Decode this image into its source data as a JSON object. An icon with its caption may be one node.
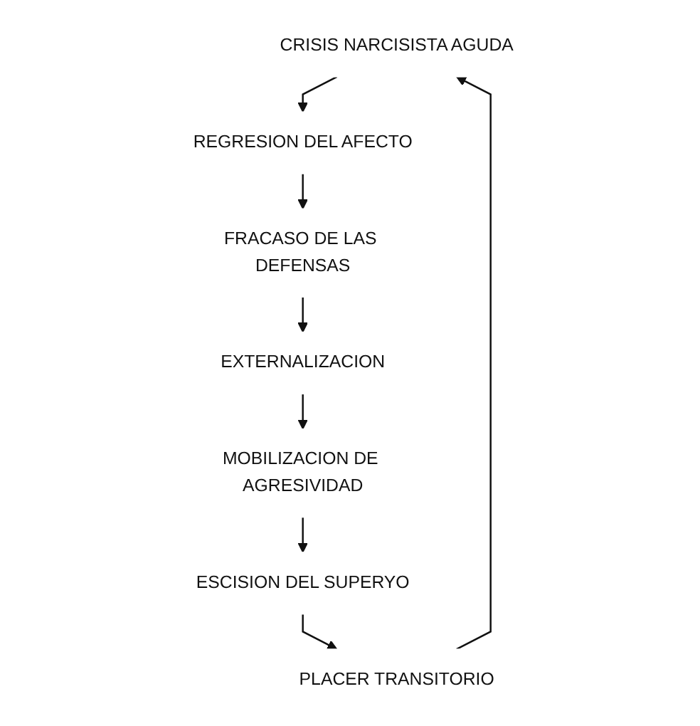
{
  "diagram": {
    "nodes": [
      {
        "text": [
          "CRISIS NARCISISTA AGUDA"
        ]
      },
      {
        "text": [
          "REGRESION DEL AFECTO"
        ]
      },
      {
        "text": [
          "FRACASO DE LAS DEFENSAS"
        ]
      },
      {
        "text": [
          "EXTERNALIZACION"
        ]
      },
      {
        "text": [
          "MOBILIZACION DE AGRESIVIDAD"
        ]
      },
      {
        "text": [
          "ESCISION DEL SUPERYO"
        ]
      },
      {
        "text": [
          "PLACER TRANSITORIO"
        ]
      }
    ],
    "edges": [
      {
        "from": 0,
        "to": 1,
        "arrow": "to"
      },
      {
        "from": 1,
        "to": 2,
        "arrow": "to"
      },
      {
        "from": 2,
        "to": 3,
        "arrow": "to"
      },
      {
        "from": 3,
        "to": 4,
        "arrow": "to"
      },
      {
        "from": 4,
        "to": 5,
        "arrow": "to"
      },
      {
        "from": 5,
        "to": 6,
        "arrow": "to"
      },
      {
        "from": 6,
        "to": 0,
        "arrow": "to"
      }
    ]
  }
}
